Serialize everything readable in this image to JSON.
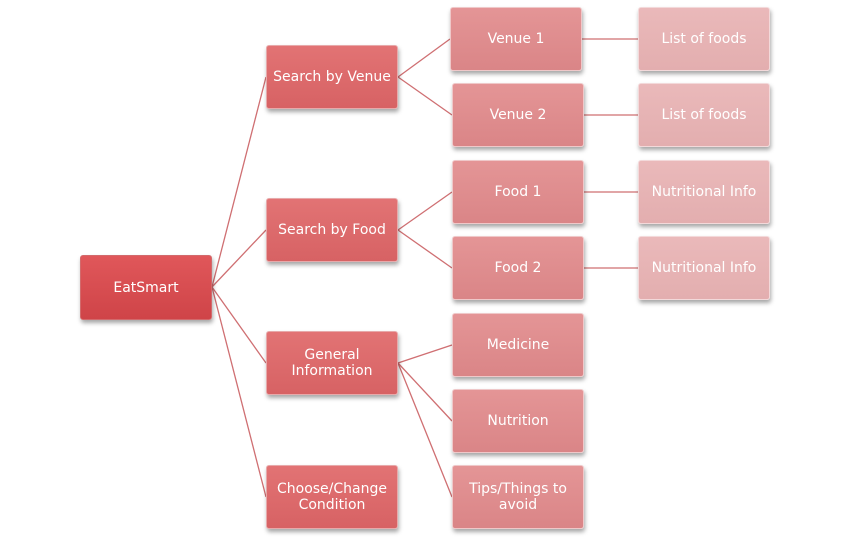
{
  "diagram": {
    "root": "EatSmart",
    "branches": [
      "Search by Venue",
      "Search by Food",
      "General\nInformation",
      "Choose/Change\nCondition"
    ],
    "venues": [
      "Venue 1",
      "Venue 2"
    ],
    "venue_details": [
      "List of foods",
      "List of foods"
    ],
    "foods": [
      "Food 1",
      "Food 2"
    ],
    "food_details": [
      "Nutritional Info",
      "Nutritional Info"
    ],
    "general_topics": [
      "Medicine",
      "Nutrition",
      "Tips/Things to\navoid"
    ]
  },
  "colors": {
    "root": "#d94e51",
    "level1": "#de6a6c",
    "level2": "#df8e8f",
    "level3": "#e8b6b7",
    "connector": "#cf6f72"
  }
}
